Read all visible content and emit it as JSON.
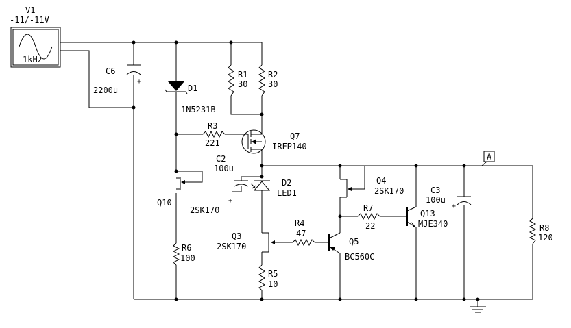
{
  "source": {
    "name": "V1",
    "value": "-11/-11V",
    "freq": "1kHz"
  },
  "components": {
    "c6": {
      "name": "C6",
      "value": "2200u"
    },
    "d1": {
      "name": "D1",
      "value": "1N5231B"
    },
    "r1": {
      "name": "R1",
      "value": "30"
    },
    "r2": {
      "name": "R2",
      "value": "30"
    },
    "r3": {
      "name": "R3",
      "value": "221"
    },
    "q7": {
      "name": "Q7",
      "value": "IRFP140"
    },
    "c2": {
      "name": "C2",
      "value": "100u"
    },
    "d2": {
      "name": "D2",
      "value": "LED1"
    },
    "q10": {
      "name": "Q10",
      "value": "2SK170"
    },
    "q4": {
      "name": "Q4",
      "value": "2SK170"
    },
    "r7": {
      "name": "R7",
      "value": "22"
    },
    "q13": {
      "name": "Q13",
      "value": "MJE340"
    },
    "c3": {
      "name": "C3",
      "value": "100u"
    },
    "r4": {
      "name": "R4",
      "value": "47"
    },
    "q3": {
      "name": "Q3",
      "value": "2SK170"
    },
    "q5": {
      "name": "Q5",
      "value": "BC560C"
    },
    "r6": {
      "name": "R6",
      "value": "100"
    },
    "r5": {
      "name": "R5",
      "value": "10"
    },
    "r8": {
      "name": "R8",
      "value": "120"
    }
  },
  "probe": {
    "label": "A"
  },
  "plus_sign": "+"
}
